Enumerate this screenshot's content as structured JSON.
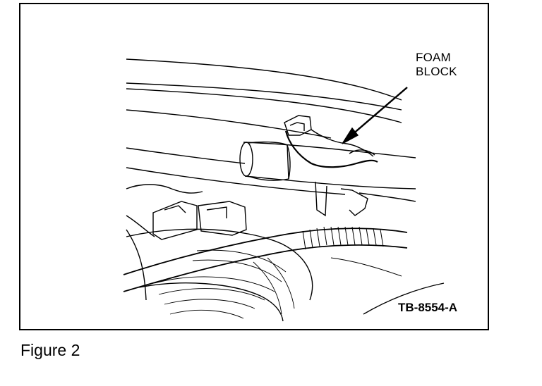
{
  "figure": {
    "label_line1": "FOAM",
    "label_line2": "BLOCK",
    "reference_code": "TB-8554-A",
    "caption": "Figure 2"
  }
}
